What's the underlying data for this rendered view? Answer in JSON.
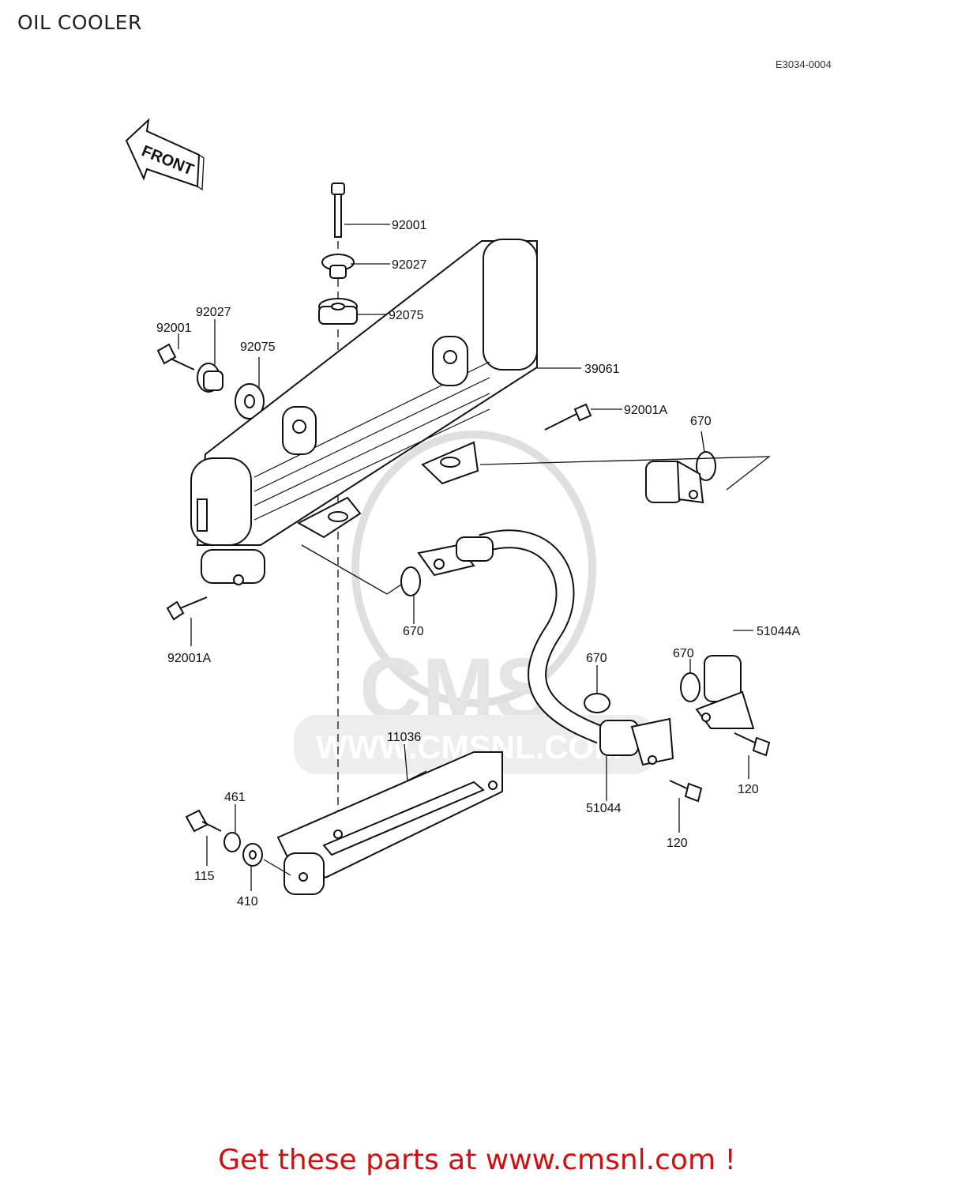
{
  "title": "OIL COOLER",
  "diagram_code": "E3034-0004",
  "front_label": "FRONT",
  "watermark": {
    "brand": "CMS",
    "url": "WWW.CMSNL.COM"
  },
  "promo": "Get these parts at www.cmsnl.com !",
  "part_labels": {
    "p92001_top": "92001",
    "p92027_top": "92027",
    "p92075_top": "92075",
    "p92027_left": "92027",
    "p92001_left": "92001",
    "p92075_left": "92075",
    "p39061": "39061",
    "p92001A_right": "92001A",
    "p670_top": "670",
    "p670_mid": "670",
    "p92001A_left": "92001A",
    "p51044A": "51044A",
    "p670_right": "670",
    "p670_lower": "670",
    "p11036": "11036",
    "p461": "461",
    "p115": "115",
    "p410": "410",
    "p51044": "51044",
    "p120_right": "120",
    "p120_lower": "120"
  }
}
